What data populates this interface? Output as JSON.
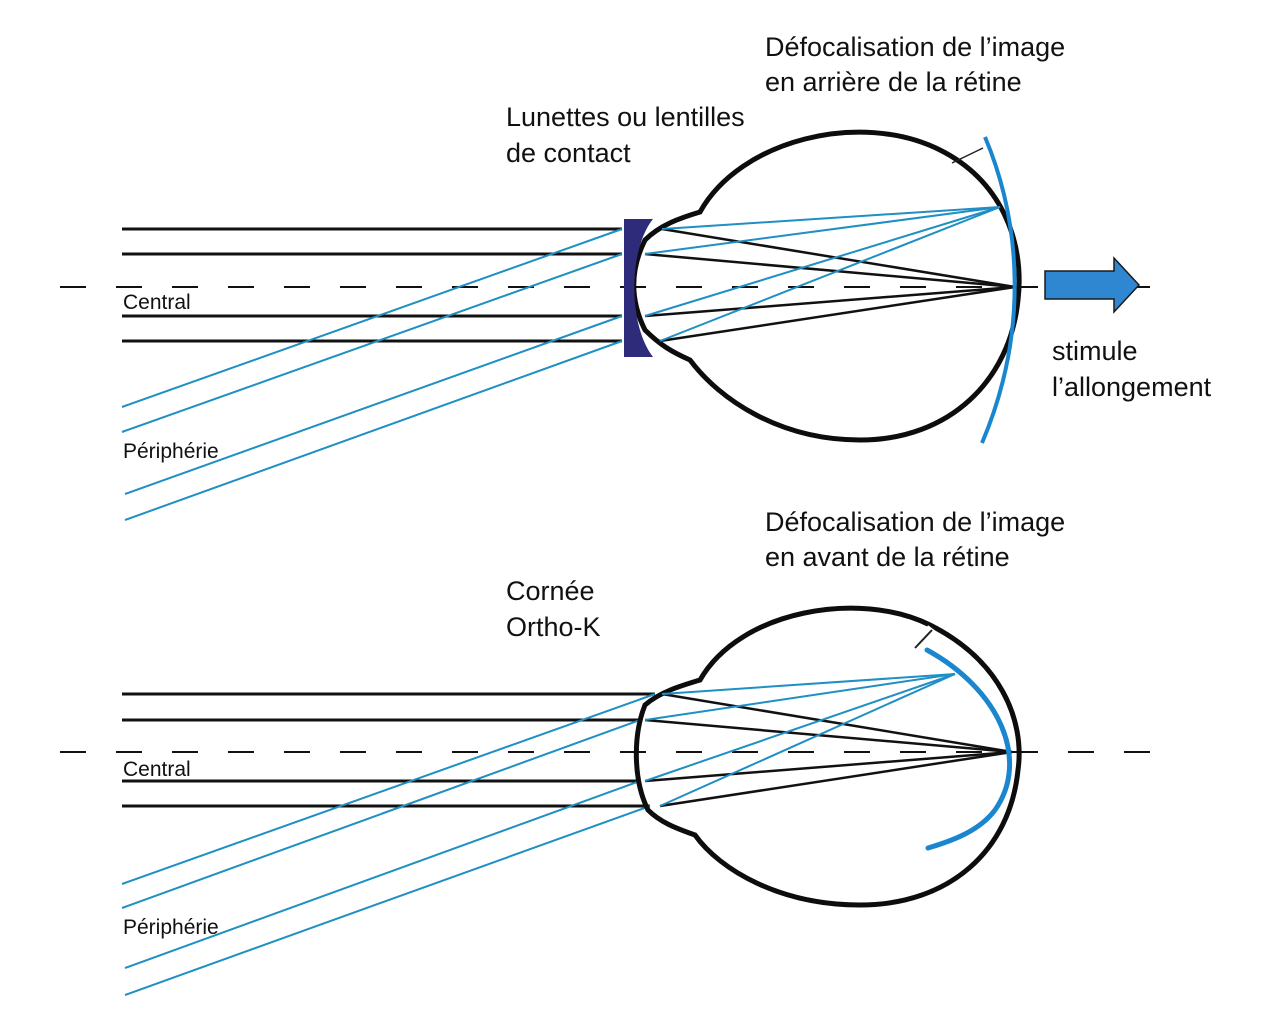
{
  "colors": {
    "ray_central": "#111111",
    "ray_peripheral": "#1f8fc4",
    "retina": "#1a86d0",
    "eye_outline": "#0d0d0d",
    "lens": "#2e2b7a",
    "arrow_fill": "#2f87d2"
  },
  "top_panel": {
    "device_label_line1": "Lunettes ou lentilles",
    "device_label_line2": "de contact",
    "defocus_label_line1": "Défocalisation de l’image",
    "defocus_label_line2": "en arrière de la rétine",
    "central_label": "Central",
    "periphery_label": "Périphérie",
    "effect_label_line1": "stimule",
    "effect_label_line2": "l’allongement",
    "effect_arrow_icon": "right-arrow-icon"
  },
  "bottom_panel": {
    "device_label_line1": "Cornée",
    "device_label_line2": "Ortho-K",
    "defocus_label_line1": "Défocalisation de l’image",
    "defocus_label_line2": "en avant de la rétine",
    "central_label": "Central",
    "periphery_label": "Périphérie"
  }
}
